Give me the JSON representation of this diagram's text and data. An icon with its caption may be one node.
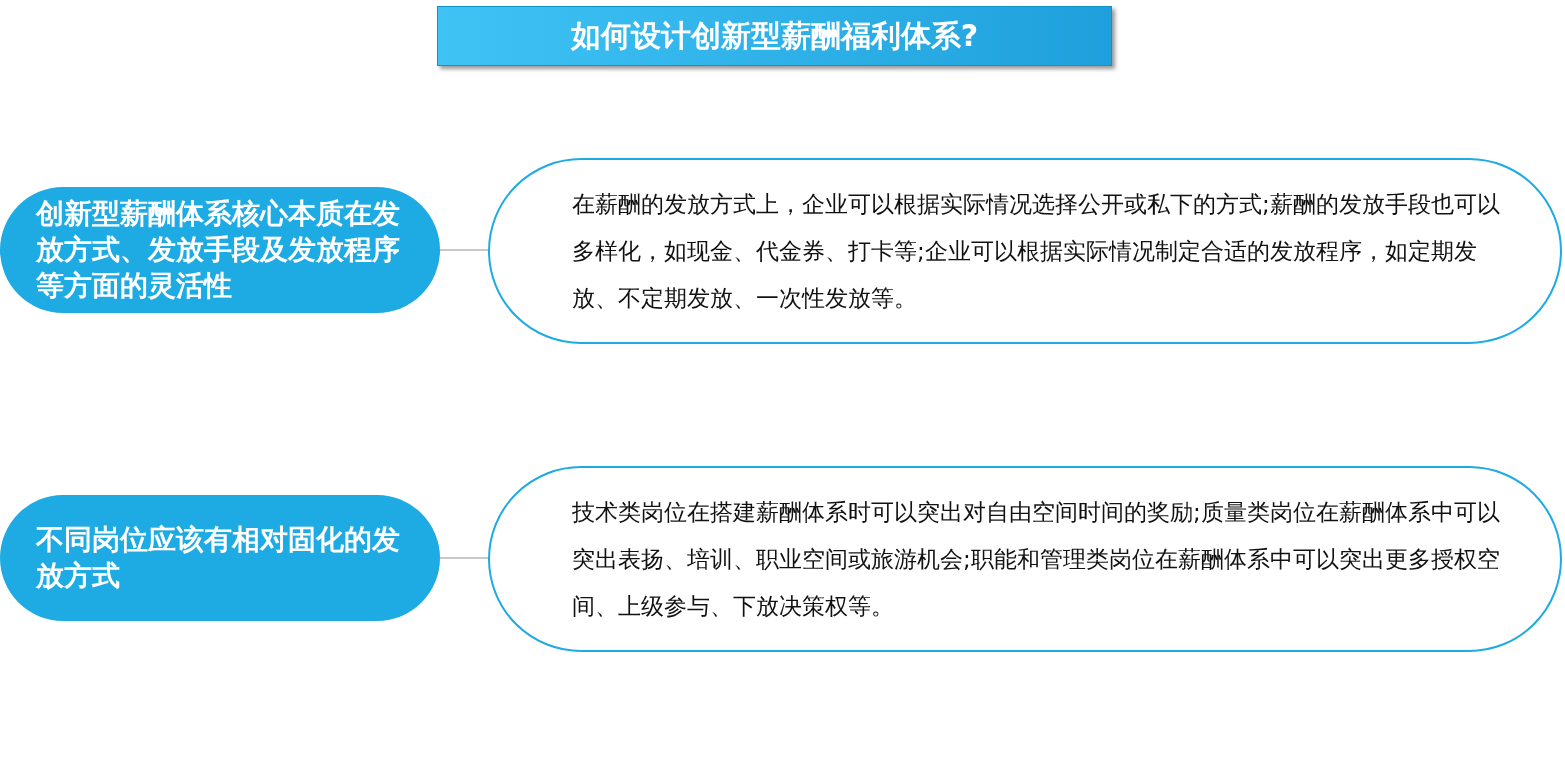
{
  "diagram": {
    "title": "如何设计创新型薪酬福利体系?",
    "nodes": [
      {
        "text": [
          "创新型薪酬体系核心本质在发放方式、发放手段及发放程序等方面的灵活性"
        ]
      },
      {
        "text": [
          "在薪酬的发放方式上，企业可以根据实际情况选择公开或私下的方式;薪酬的发放手段也可以多样化，如现金、代金券、打卡等;企业可以根据实际情况制定合适的发放程序，如定期发放、不定期发放、一次性发放等。"
        ]
      },
      {
        "text": [
          "不同岗位应该有相对固化的发放方式"
        ]
      },
      {
        "text": [
          "技术类岗位在搭建薪酬体系时可以突出对自由空间时间的奖励;质量类岗位在薪酬体系中可以突出表扬、培训、职业空间或旅游机会;职能和管理类岗位在薪酬体系中可以突出更多授权空间、上级参与、下放决策权等。"
        ]
      }
    ],
    "edges": [
      {
        "from": 0,
        "to": 1,
        "arrow": "none"
      },
      {
        "from": 2,
        "to": 3,
        "arrow": "none"
      }
    ]
  }
}
